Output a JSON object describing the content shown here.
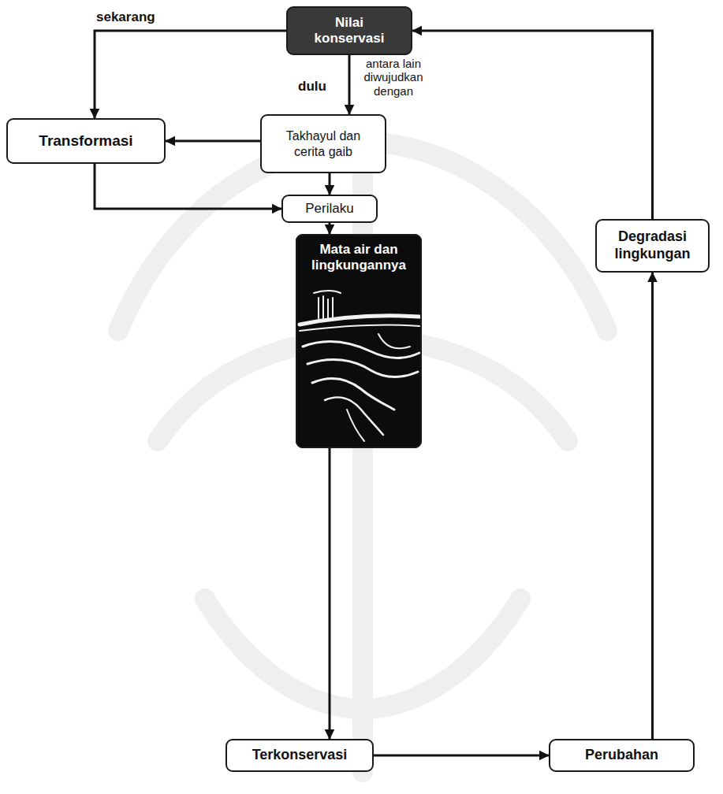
{
  "diagram": {
    "nodes": [
      {
        "text": [
          "Nilai konservasi"
        ]
      },
      {
        "text": [
          "Transformasi"
        ]
      },
      {
        "text": [
          "Takhayul dan cerita gaib"
        ]
      },
      {
        "text": [
          "Perilaku"
        ]
      },
      {
        "text": [
          "Degradasi lingkungan"
        ]
      },
      {
        "text": [
          "Mata air dan lingkungannya"
        ]
      },
      {
        "text": [
          "Terkonservasi"
        ]
      },
      {
        "text": [
          "Perubahan"
        ]
      }
    ],
    "edges": [
      {
        "from": 0,
        "to": 1,
        "arrow": "to",
        "label": "sekarang"
      },
      {
        "from": 0,
        "to": 2,
        "arrow": "to",
        "label": "dulu"
      },
      {
        "from": 2,
        "to": 1,
        "arrow": "to"
      },
      {
        "from": 2,
        "to": 3,
        "arrow": "to"
      },
      {
        "from": 1,
        "to": 3,
        "arrow": "to"
      },
      {
        "from": 3,
        "to": 5,
        "arrow": "to"
      },
      {
        "from": 5,
        "to": 6,
        "arrow": "to"
      },
      {
        "from": 6,
        "to": 7,
        "arrow": "to"
      },
      {
        "from": 7,
        "to": 4,
        "arrow": "to"
      },
      {
        "from": 4,
        "to": 0,
        "arrow": "to"
      }
    ],
    "labels": [
      "antara lain diwujudkan dengan"
    ]
  }
}
